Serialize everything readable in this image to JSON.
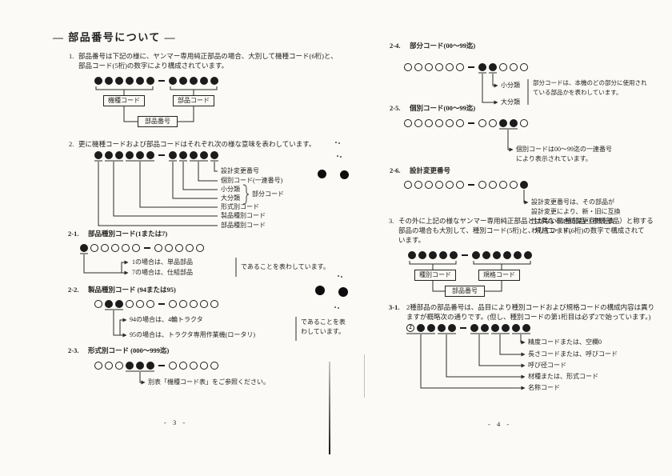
{
  "left": {
    "title": "— 部品番号について —",
    "page_number": "- 3 -",
    "sec1": {
      "num": "1.",
      "lines": [
        "部品番号は下記の様に、ヤンマー専用純正部品の場合、大別して機種コード(6桁)と、",
        "部品コード(5桁)の数字により構成されています。"
      ]
    },
    "diag1": {
      "machine_code": "機種コード",
      "part_code": "部品コード",
      "part_number": "部品番号"
    },
    "sec2": {
      "num": "2.",
      "lines": [
        "更に機種コードおよび部品コードはそれぞれ次の様な意味を表わしています。"
      ]
    },
    "diag2": {
      "labels": [
        "設計変更番号",
        "個別コード(一連番号)",
        "小分類",
        "大分類",
        "形式別コード",
        "製品種別コード",
        "部品種別コード"
      ],
      "group_label": "部分コード"
    },
    "sec21": {
      "num": "2-1.",
      "title": "部品種別コード(1または7)",
      "case1": "1の場合は、単品部品",
      "case2": "7の場合は、仕組部品",
      "note": "であることを表わしています。"
    },
    "sec22": {
      "num": "2-2.",
      "title": "製品種別コード (94または95)",
      "case1": "94の場合は、4輪トラクタ",
      "case2": "95の場合は、トラクタ専用作業機(ロータリ)",
      "note_lines": [
        "であることを表",
        "わしています。"
      ]
    },
    "sec23": {
      "num": "2-3.",
      "title": "形式別コード (000〜999迄)",
      "note": "別表「機種コード表」をご参照ください。"
    }
  },
  "right": {
    "page_number": "- 4 -",
    "sec24": {
      "num": "2-4.",
      "title": "部分コード(00〜99迄)",
      "label_small": "小分類",
      "label_large": "大分類",
      "note_lines": [
        "部分コードは、本機のどの部分に使用され",
        "ている部品かを表わしています。"
      ]
    },
    "sec25": {
      "num": "2-5.",
      "title": "個別コード(00〜99迄)",
      "note_lines": [
        "個別コードは00〜99迄の一連番号",
        "により表示されています。"
      ]
    },
    "sec26": {
      "num": "2-6.",
      "title": "設計変更番号",
      "note_lines": [
        "設計変更番号は、その部品が",
        "設計変更により、新・旧に互換",
        "性がない場合の変更回数を表",
        "わしています。"
      ]
    },
    "sec3": {
      "num": "3.",
      "lines": [
        "その外に上記の様なヤンマー専用純正部品とは異なる2種部品（市販部品）と称する",
        "部品の場合も大別して、種別コード(5桁)と、規格コード(6桁)の数字で構成されて",
        "います。"
      ]
    },
    "diag3": {
      "type_code": "種別コード",
      "standard_code": "規格コード",
      "part_number": "部品番号"
    },
    "sec31": {
      "num": "3-1.",
      "lines": [
        "2種部品の部品番号は、品目により種別コードおよび規格コードの構成内容は異り",
        "ますが概略次の通りです。(但し、種別コードの第1桁目は必ず2で始っています。)"
      ],
      "labels": [
        "精度コードまたは、空欄0",
        "長さコードまたは、呼びコード",
        "呼び径コード",
        "材種または、形式コード",
        "名称コード"
      ]
    }
  },
  "circles": {
    "d1": "111111-11111",
    "d2": "111111-11111",
    "d21": "100000-00000",
    "d22": "011000-00000",
    "d23": "000111-00000",
    "d24": "000000-11000",
    "d25": "000000-00110",
    "d26": "000000-00001",
    "d3": "11111-111111",
    "d31": "21111-111111"
  }
}
